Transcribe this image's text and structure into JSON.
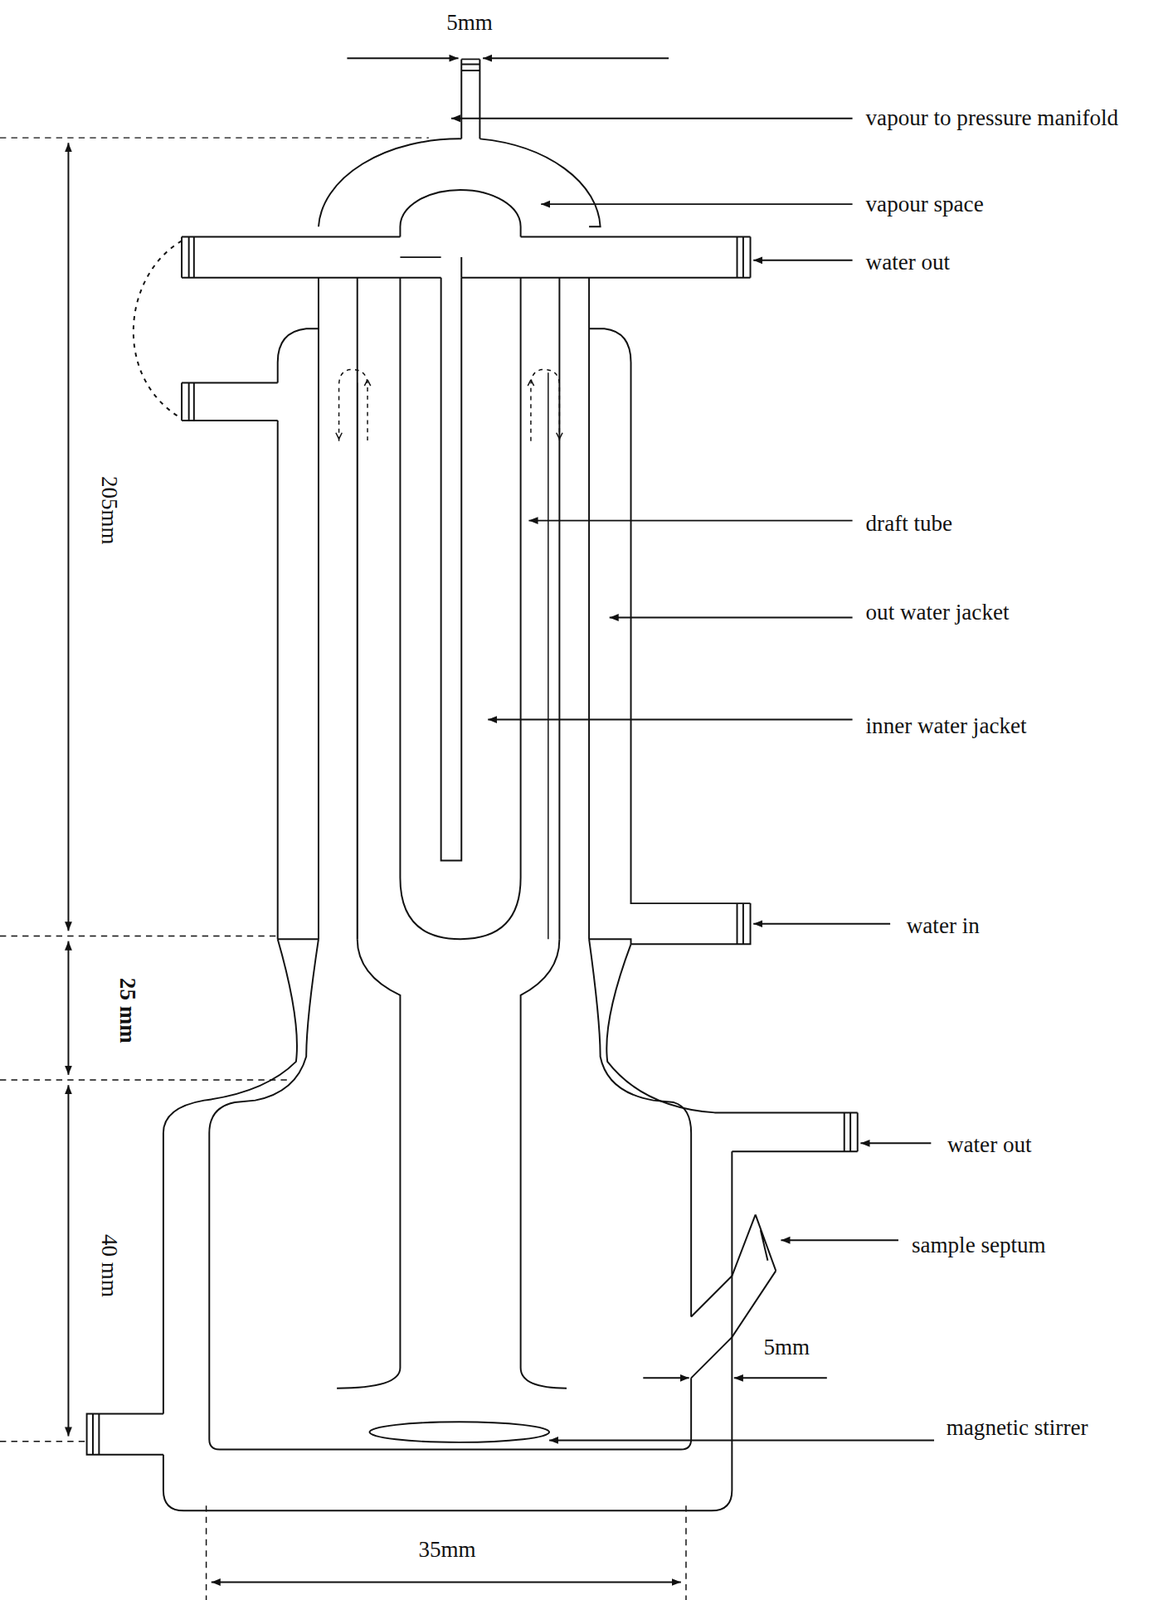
{
  "diagram": {
    "labels": [
      "5mm",
      "vapour to pressure manifold",
      "vapour space",
      "water out",
      "205mm",
      "draft tube",
      "out water jacket",
      "inner water jacket",
      "water in",
      "25 mm",
      "water out",
      "40 mm",
      "sample septum",
      "5mm",
      "magnetic stirrer",
      "35mm"
    ]
  }
}
